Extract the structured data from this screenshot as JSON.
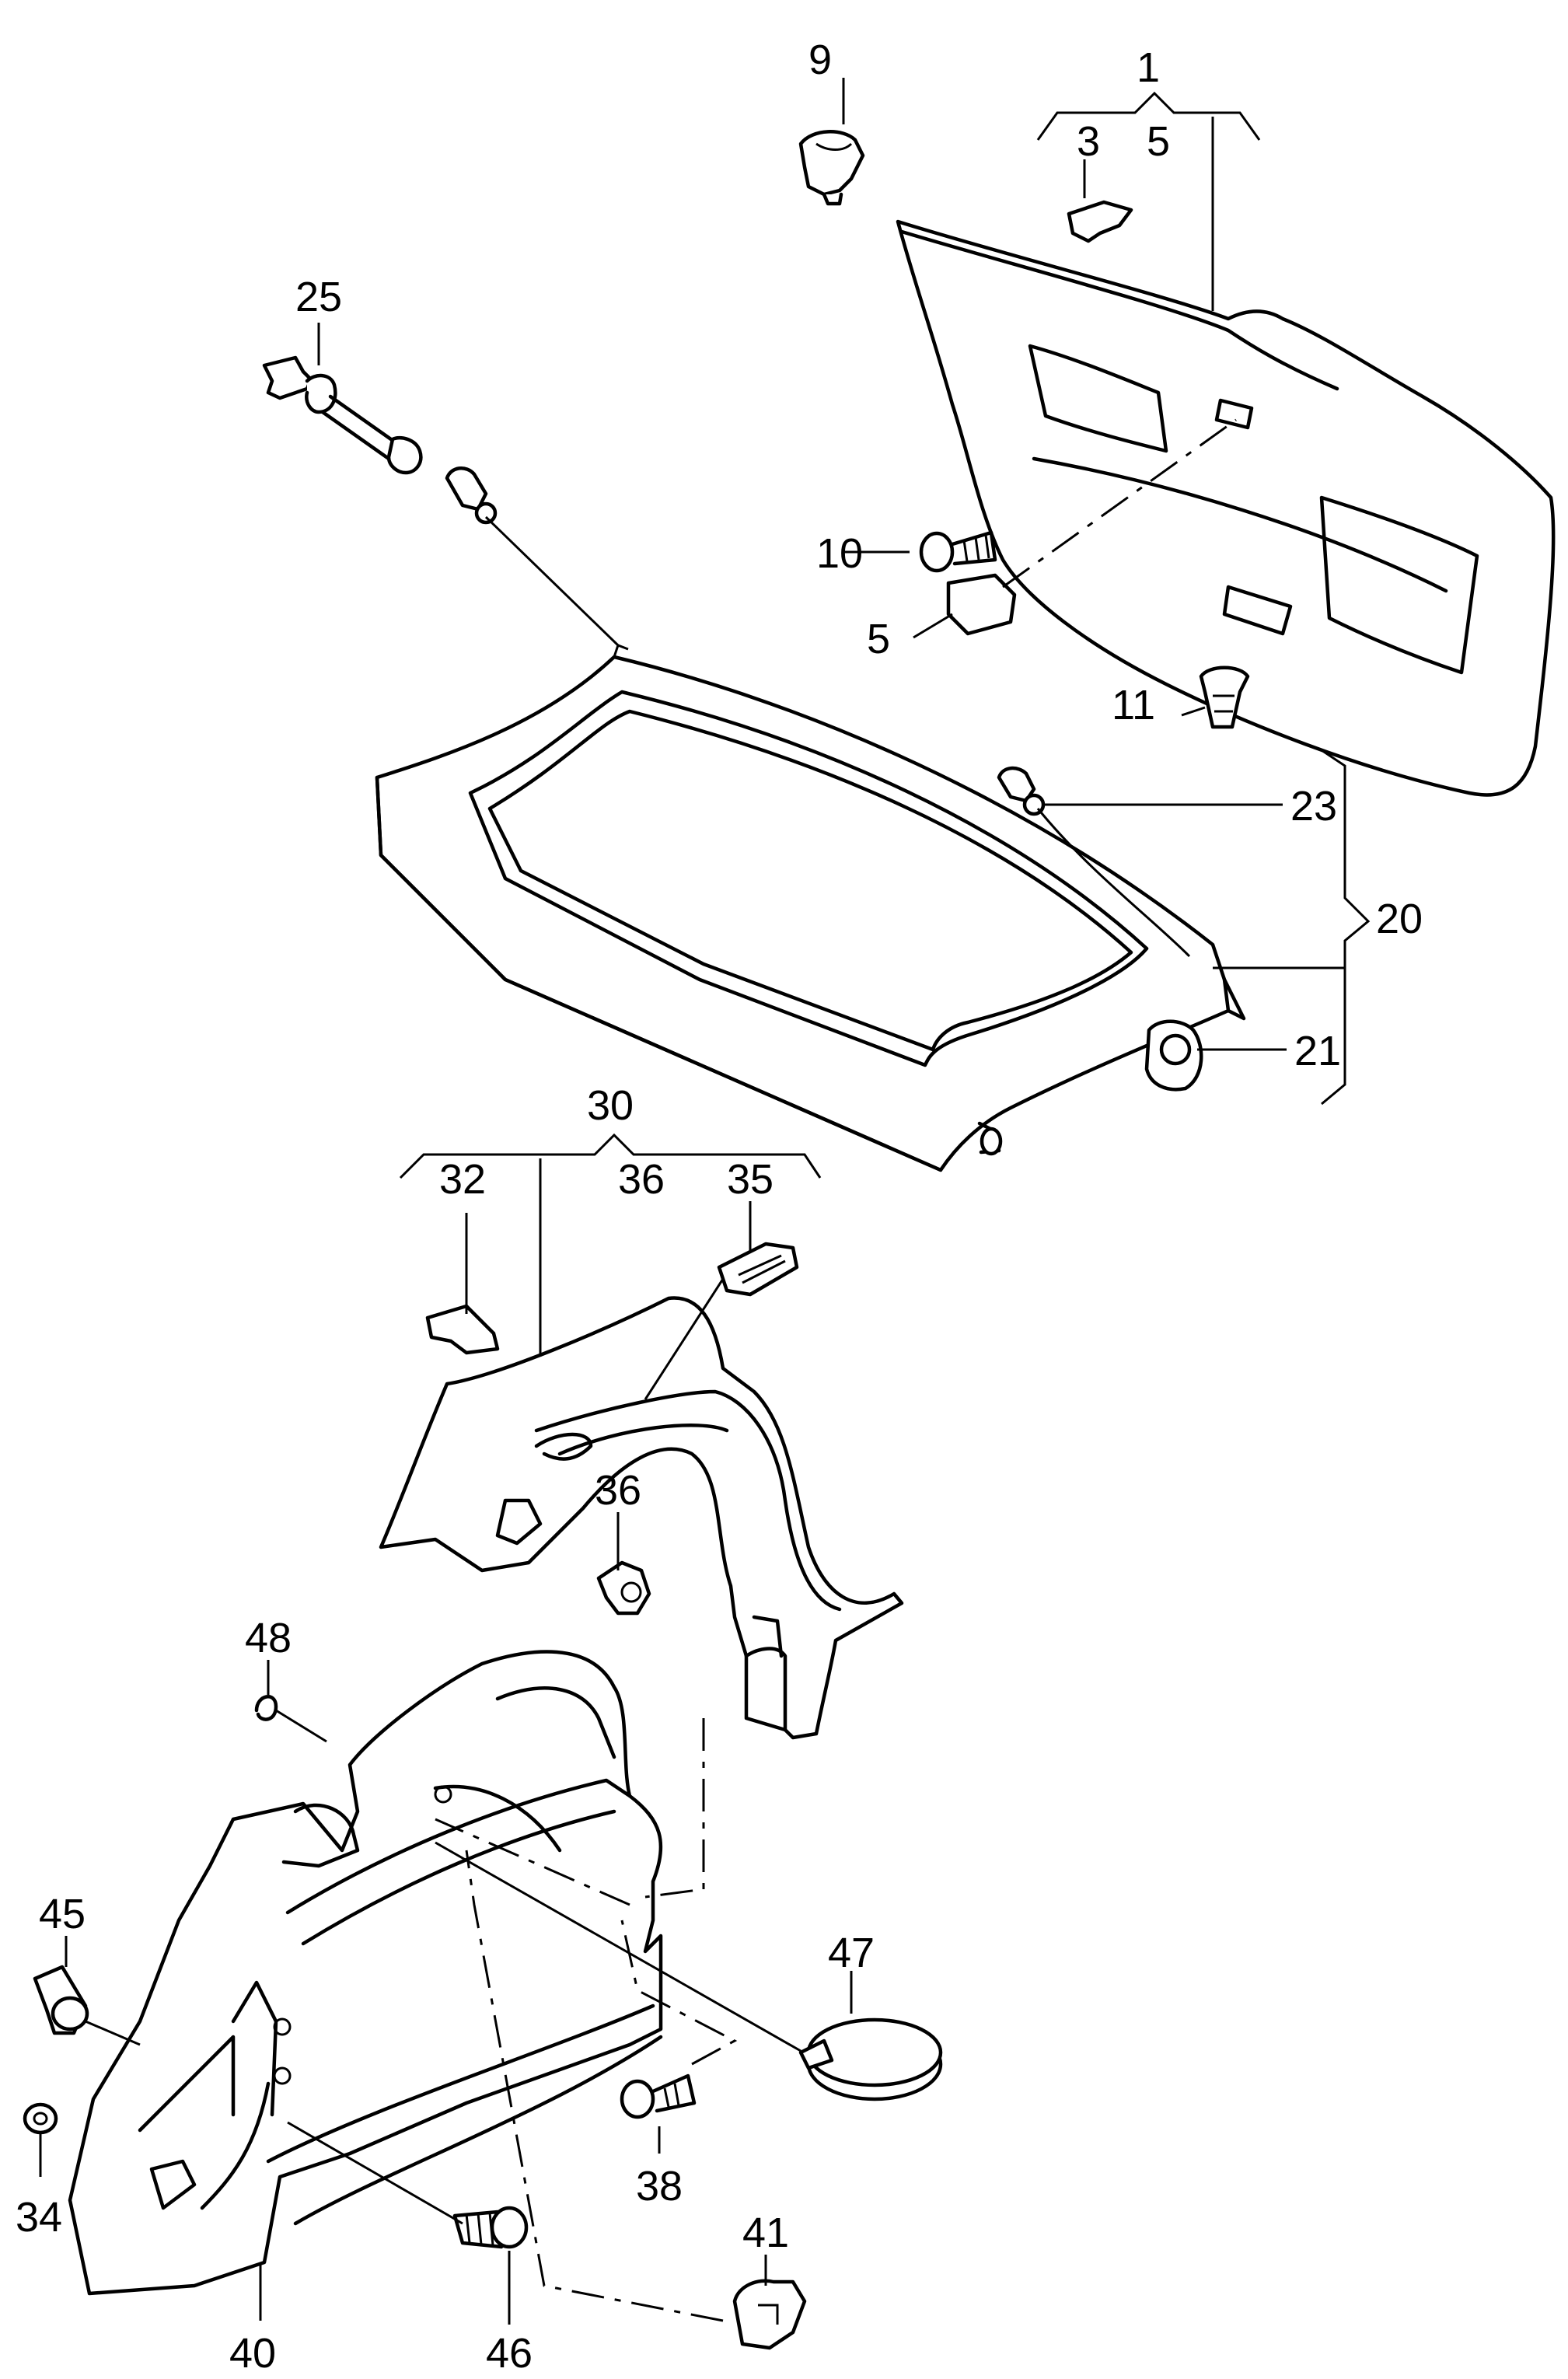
{
  "callouts": {
    "n1": "1",
    "n3": "3",
    "n5a": "5",
    "n5b": "5",
    "n9": "9",
    "n10": "10",
    "n11": "11",
    "n20": "20",
    "n21": "21",
    "n23": "23",
    "n25": "25",
    "n30": "30",
    "n32": "32",
    "n35": "35",
    "n36a": "36",
    "n36b": "36",
    "n34": "34",
    "n38": "38",
    "n40": "40",
    "n41": "41",
    "n45": "45",
    "n46": "46",
    "n47": "47",
    "n48": "48"
  }
}
